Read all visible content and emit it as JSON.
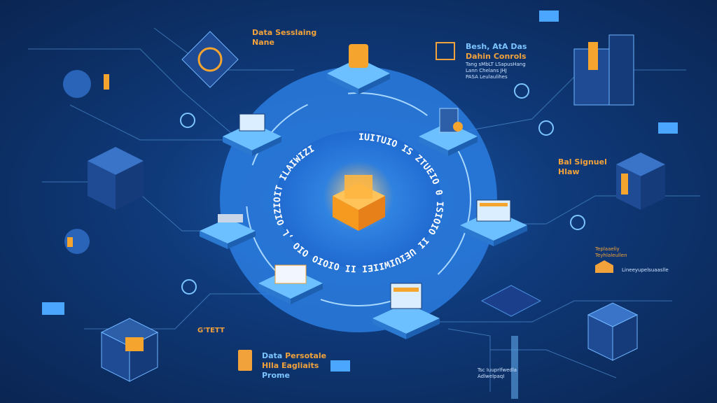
{
  "colors": {
    "background": "#0f3a7a",
    "ring": "#2b7fe0",
    "accent": "#f2a23a",
    "tile": "#4aa6ff"
  },
  "ring_text": "IUITUIO IS ZTUEIO 0 ISIOIO II UEIUIWIIEI II OIOIO OIO ,L OIZIOIT ILAIWIZI",
  "labels": {
    "top_left": {
      "line1": "Data Sesslaing",
      "line2": "Nane"
    },
    "top_right": {
      "line1": "Besh, AtA Das",
      "line2": "Dahin Conrols",
      "small1": "Tang sMbLT LSapusHang",
      "small2": "Lann Chelans JHJ",
      "small3": "PASA Leulaulihes"
    },
    "right_mid": {
      "line1": "Bal Signuel",
      "line2": "Hlaw"
    },
    "right_small": {
      "line1": "Teplaaeliy",
      "line2": "Teyhlaleullen",
      "side": "Lineeyupelsuaaslle"
    },
    "bottom_left_tag": "G'TETT",
    "bottom_center": {
      "word1": "Data",
      "word1b": "Persotale",
      "line2": "Hlla Eagliaits",
      "line3": "Prome"
    },
    "bottom_right_small": {
      "line1": "Tsc Iuuprlfwedla",
      "line2": "AdlwelpaqI"
    }
  },
  "icons": [
    "padlock-icon",
    "server-icon",
    "laptop-icon",
    "cube-icon",
    "database-icon",
    "gear-icon",
    "document-icon",
    "shield-icon"
  ]
}
